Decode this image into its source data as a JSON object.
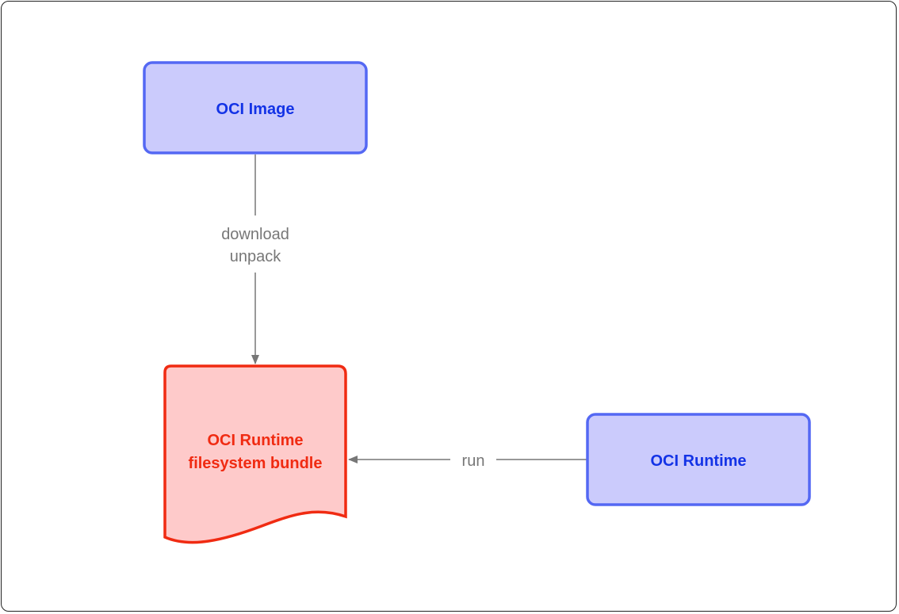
{
  "nodes": {
    "image": {
      "label": "OCI Image"
    },
    "bundle": {
      "line1": "OCI Runtime",
      "line2": "filesystem bundle"
    },
    "runtime": {
      "label": "OCI Runtime"
    }
  },
  "edges": {
    "download": {
      "line1": "download",
      "line2": "unpack"
    },
    "run": {
      "label": "run"
    }
  },
  "colors": {
    "box_fill": "#cbcbfc",
    "box_stroke": "#5468f3",
    "box_text": "#1333e6",
    "doc_fill": "#fecaca",
    "doc_stroke": "#f02b12",
    "doc_text": "#f02b12",
    "edge": "#777777"
  }
}
